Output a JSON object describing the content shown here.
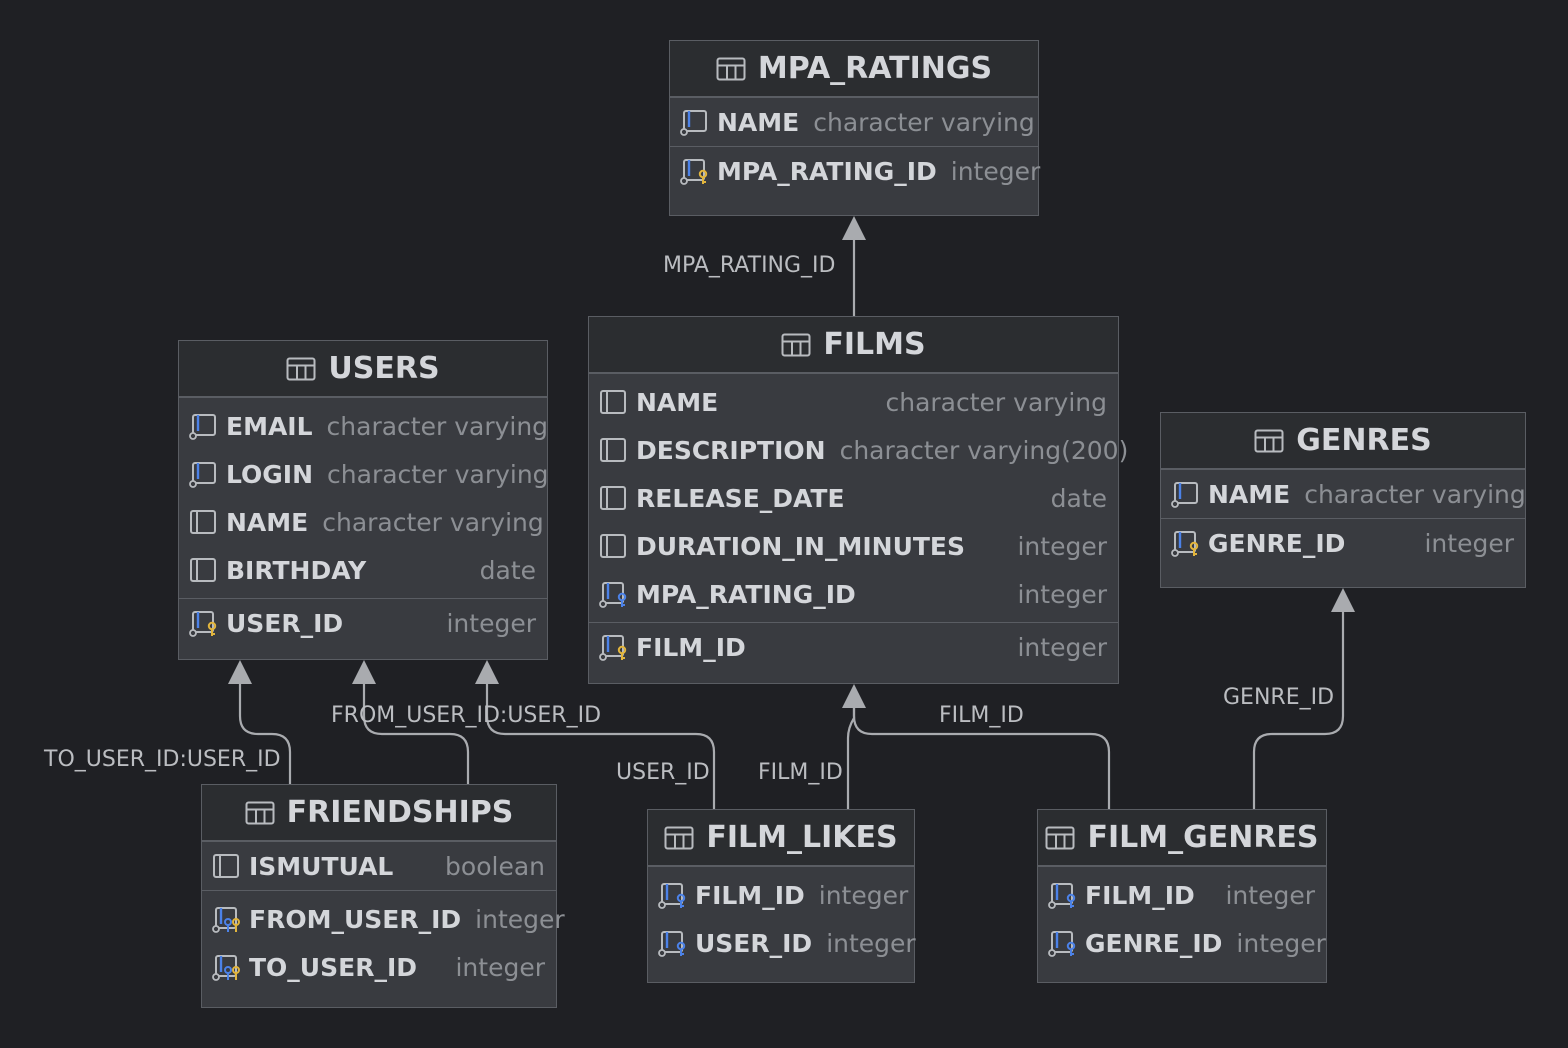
{
  "colors": {
    "background": "#1f2024",
    "table": "#393b40",
    "header": "#2b2d30",
    "border": "#5a5d63",
    "key": "#e2b53d",
    "link_icon": "#4c82e8"
  },
  "tables": {
    "mpa_ratings": {
      "title": "MPA_RATINGS",
      "columns": [
        {
          "name": "NAME",
          "type": "character varying",
          "icon": "column-notnull-icon"
        },
        {
          "name": "MPA_RATING_ID",
          "type": "integer",
          "icon": "primary-key-icon"
        }
      ]
    },
    "films": {
      "title": "FILMS",
      "columns": [
        {
          "name": "NAME",
          "type": "character varying",
          "icon": "column-icon"
        },
        {
          "name": "DESCRIPTION",
          "type": "character varying(200)",
          "icon": "column-icon"
        },
        {
          "name": "RELEASE_DATE",
          "type": "date",
          "icon": "column-icon"
        },
        {
          "name": "DURATION_IN_MINUTES",
          "type": "integer",
          "icon": "column-icon"
        },
        {
          "name": "MPA_RATING_ID",
          "type": "integer",
          "icon": "foreign-key-icon"
        },
        {
          "name": "FILM_ID",
          "type": "integer",
          "icon": "primary-key-icon"
        }
      ]
    },
    "users": {
      "title": "USERS",
      "columns": [
        {
          "name": "EMAIL",
          "type": "character varying",
          "icon": "column-notnull-icon"
        },
        {
          "name": "LOGIN",
          "type": "character varying",
          "icon": "column-notnull-icon"
        },
        {
          "name": "NAME",
          "type": "character varying",
          "icon": "column-icon"
        },
        {
          "name": "BIRTHDAY",
          "type": "date",
          "icon": "column-icon"
        },
        {
          "name": "USER_ID",
          "type": "integer",
          "icon": "primary-key-icon"
        }
      ]
    },
    "genres": {
      "title": "GENRES",
      "columns": [
        {
          "name": "NAME",
          "type": "character varying",
          "icon": "column-notnull-icon"
        },
        {
          "name": "GENRE_ID",
          "type": "integer",
          "icon": "primary-key-icon"
        }
      ]
    },
    "friendships": {
      "title": "FRIENDSHIPS",
      "columns": [
        {
          "name": "ISMUTUAL",
          "type": "boolean",
          "icon": "column-icon"
        },
        {
          "name": "FROM_USER_ID",
          "type": "integer",
          "icon": "primary-foreign-key-icon"
        },
        {
          "name": "TO_USER_ID",
          "type": "integer",
          "icon": "primary-foreign-key-icon"
        }
      ]
    },
    "film_likes": {
      "title": "FILM_LIKES",
      "columns": [
        {
          "name": "FILM_ID",
          "type": "integer",
          "icon": "foreign-key-icon"
        },
        {
          "name": "USER_ID",
          "type": "integer",
          "icon": "foreign-key-icon"
        }
      ]
    },
    "film_genres": {
      "title": "FILM_GENRES",
      "columns": [
        {
          "name": "FILM_ID",
          "type": "integer",
          "icon": "foreign-key-icon"
        },
        {
          "name": "GENRE_ID",
          "type": "integer",
          "icon": "foreign-key-icon"
        }
      ]
    }
  },
  "links": {
    "films_mpa": "MPA_RATING_ID",
    "friend_to": "TO_USER_ID:USER_ID",
    "friend_from": "FROM_USER_ID:USER_ID",
    "likes_user": "USER_ID",
    "likes_film": "FILM_ID",
    "genres_film": "FILM_ID",
    "genres_genre": "GENRE_ID"
  }
}
